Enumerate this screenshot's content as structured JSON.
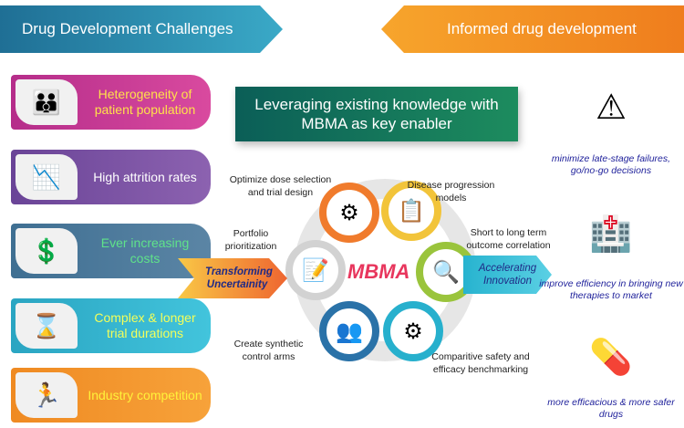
{
  "header": {
    "left": "Drug Development Challenges",
    "right": "Informed drug development"
  },
  "challenges": [
    {
      "label": "Heterogeneity of patient population",
      "icon": "people-icon",
      "color": "#cc3a9a",
      "text": "#ffe14a"
    },
    {
      "label": "High attrition rates",
      "icon": "falling-chart-icon",
      "color": "#7e55a8",
      "text": "#ffffff"
    },
    {
      "label": "Ever increasing costs",
      "icon": "rising-costs-icon",
      "color": "#527d9e",
      "text": "#5fe38a"
    },
    {
      "label": "Complex & longer trial durations",
      "icon": "hourglass-icon",
      "color": "#36bcd6",
      "text": "#f3ff5a"
    },
    {
      "label": "Industry competition",
      "icon": "running-people-icon",
      "color": "#f39a2a",
      "text": "#fff23a"
    }
  ],
  "title": "Leveraging existing knowledge with MBMA as key enabler",
  "center": "MBMA",
  "left_arrow": "Transforming Uncertainity",
  "right_arrow": "Accelerating Innovation",
  "uses": [
    "Optimize dose selection and trial design",
    "Disease progression models",
    "Short to long term outcome correlation",
    "Comparitive safety and efficacy benchmarking",
    "Create synthetic control arms",
    "Portfolio prioritization"
  ],
  "outcomes": [
    "minimize late-stage failures, go/no-go decisions",
    "improve efficiency in bringing new therapies to market",
    "more efficacious & more safer drugs"
  ]
}
